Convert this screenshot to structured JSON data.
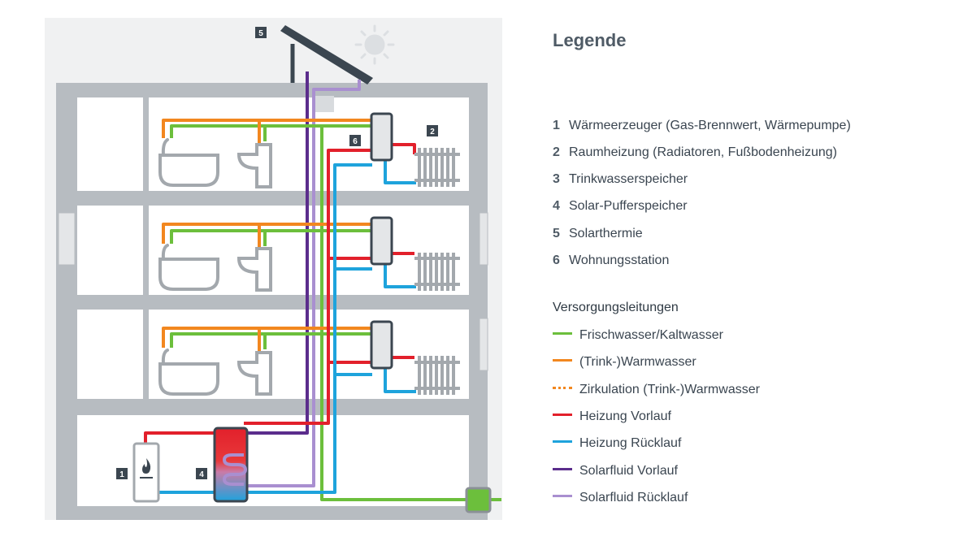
{
  "legend": {
    "title": "Legende",
    "components": [
      {
        "num": "1",
        "label": "Wärmeerzeuger (Gas-Brennwert, Wärmepumpe)"
      },
      {
        "num": "2",
        "label": "Raumheizung (Radiatoren, Fußbodenheizung)"
      },
      {
        "num": "3",
        "label": "Trinkwasserspeicher"
      },
      {
        "num": "4",
        "label": "Solar-Pufferspeicher"
      },
      {
        "num": "5",
        "label": "Solarthermie"
      },
      {
        "num": "6",
        "label": "Wohnungsstation"
      }
    ],
    "supply_title": "Versorgungsleitungen",
    "lines": [
      {
        "label": "Frischwasser/Kaltwasser",
        "color": "#6cbf3c",
        "style": "solid"
      },
      {
        "label": "(Trink-)Warmwasser",
        "color": "#f2871f",
        "style": "solid"
      },
      {
        "label": "Zirkulation (Trink-)Warmwasser",
        "color": "#f2871f",
        "style": "dotted"
      },
      {
        "label": "Heizung Vorlauf",
        "color": "#e2202b",
        "style": "solid"
      },
      {
        "label": "Heizung Rücklauf",
        "color": "#1ea3dc",
        "style": "solid"
      },
      {
        "label": "Solarfluid Vorlauf",
        "color": "#5b2d8c",
        "style": "solid"
      },
      {
        "label": "Solarfluid Rücklauf",
        "color": "#a98fd0",
        "style": "solid"
      }
    ]
  },
  "diagram": {
    "badges": {
      "boiler": "1",
      "radiator": "2",
      "buffer": "4",
      "solar": "5",
      "station": "6"
    },
    "colors": {
      "wall": "#b7bcc1",
      "fixture": "#a3a8ad",
      "background": "#f0f1f2",
      "badge": "#3b4650",
      "cold": "#6cbf3c",
      "warm": "#f2871f",
      "heat_supply": "#e2202b",
      "heat_return": "#1ea3dc",
      "solar_supply": "#5b2d8c",
      "solar_return": "#a98fd0"
    }
  }
}
